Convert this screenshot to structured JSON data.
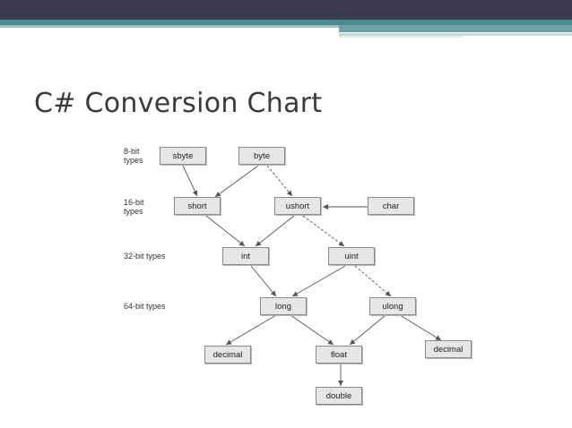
{
  "slide": {
    "title": "C# Conversion Chart"
  },
  "diagram": {
    "row_labels": {
      "bit8_line1": "8-bit",
      "bit8_line2": "types",
      "bit16_line1": "16-bit",
      "bit16_line2": "types",
      "bit32": "32-bit types",
      "bit64": "64-bit types"
    },
    "nodes": {
      "sbyte": "sbyte",
      "byte": "byte",
      "short": "short",
      "ushort": "ushort",
      "char": "char",
      "int": "int",
      "uint": "uint",
      "long": "long",
      "ulong": "ulong",
      "decimal_left": "decimal",
      "float": "float",
      "decimal_right": "decimal",
      "double": "double"
    }
  },
  "colors": {
    "header_dark": "#3d3b4f",
    "header_teal": "#4b8a8f",
    "node_fill": "#e6e6e6",
    "edge": "#555555"
  }
}
